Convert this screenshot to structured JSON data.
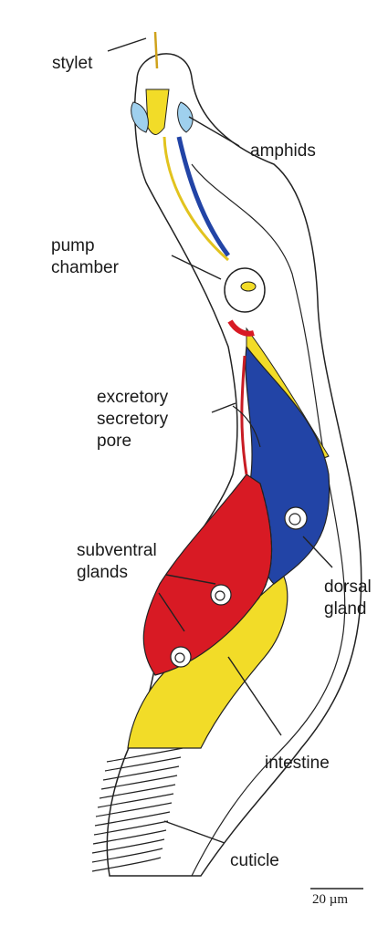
{
  "labels": {
    "stylet": "stylet",
    "amphids": "amphids",
    "pump_chamber": [
      "pump",
      "chamber"
    ],
    "excretory_pore": [
      "excretory",
      "secretory",
      "pore"
    ],
    "subventral_glands": [
      "subventral",
      "glands"
    ],
    "dorsal_gland": [
      "dorsal",
      "gland"
    ],
    "intestine": "intestine",
    "cuticle": "cuticle"
  },
  "scale_bar": {
    "label": "20 µm"
  },
  "colors": {
    "dorsal_gland": "#2244a6",
    "subventral_glands": "#d81a24",
    "intestine": "#f2dc28",
    "amphids": "#9fd0ee",
    "outline": "#222222"
  }
}
